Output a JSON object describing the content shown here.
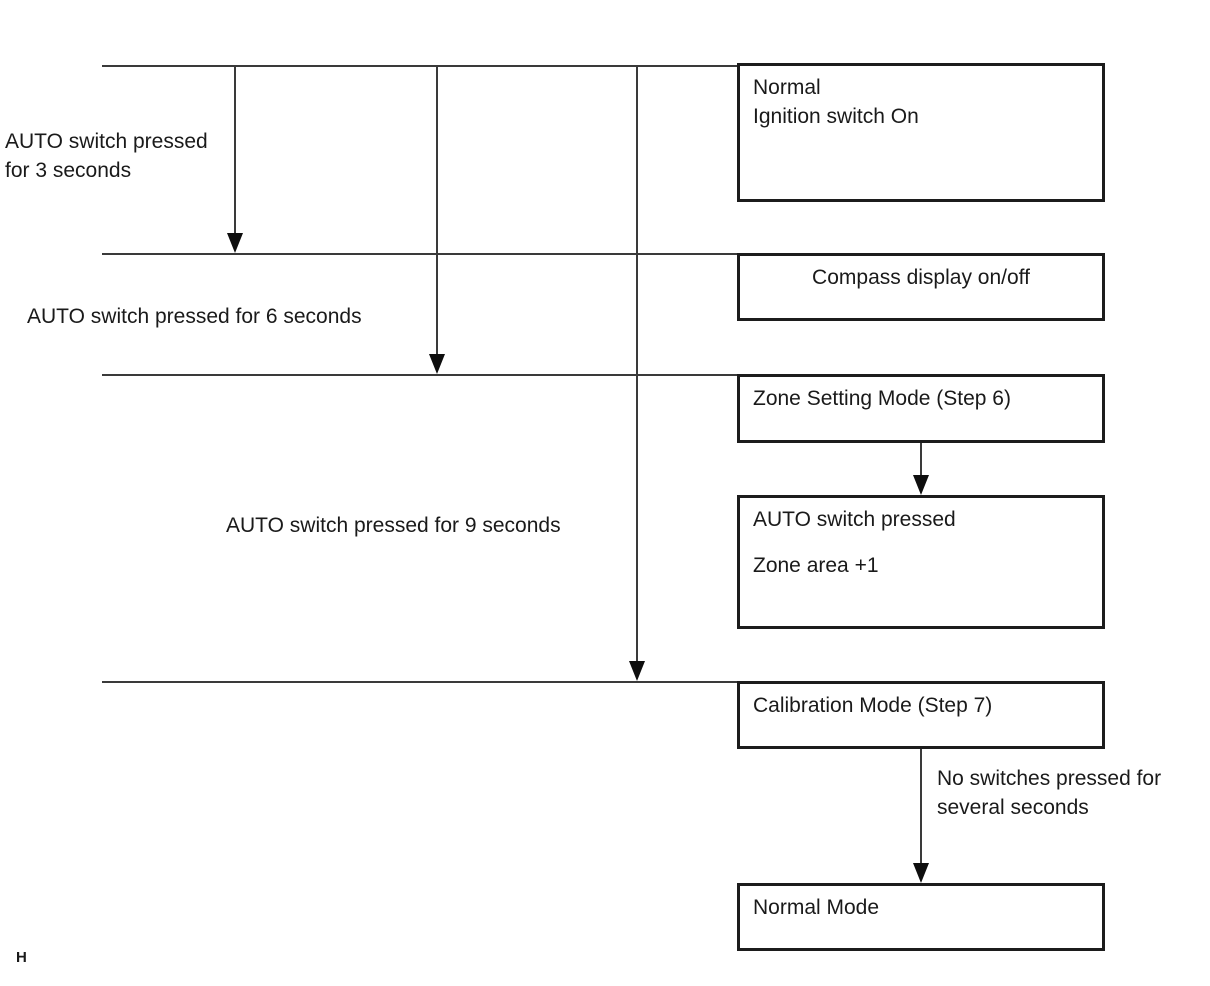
{
  "diagram": {
    "type": "flowchart",
    "colors": {
      "line": "#3a3a3a",
      "border": "#1c1c1c",
      "text": "#1a1a1a",
      "background": "#ffffff"
    },
    "transitions": {
      "press3": {
        "line1": "AUTO switch pressed",
        "line2": "for 3 seconds"
      },
      "press6": {
        "label": "AUTO switch pressed for 6 seconds"
      },
      "press9": {
        "label": "AUTO switch pressed for 9 seconds"
      },
      "no_switches": {
        "line1": "No switches pressed for",
        "line2": "several seconds"
      }
    },
    "states": {
      "normal": {
        "line1": "Normal",
        "line2": "Ignition switch On"
      },
      "compass": {
        "label": "Compass display on/off"
      },
      "zone_setting": {
        "label": "Zone Setting Mode (Step 6)"
      },
      "zone_action": {
        "line1": "AUTO switch pressed",
        "line2": "Zone area +1"
      },
      "calibration": {
        "label": "Calibration Mode (Step 7)"
      },
      "normal_mode": {
        "label": "Normal Mode"
      }
    },
    "footer_mark": "H"
  }
}
